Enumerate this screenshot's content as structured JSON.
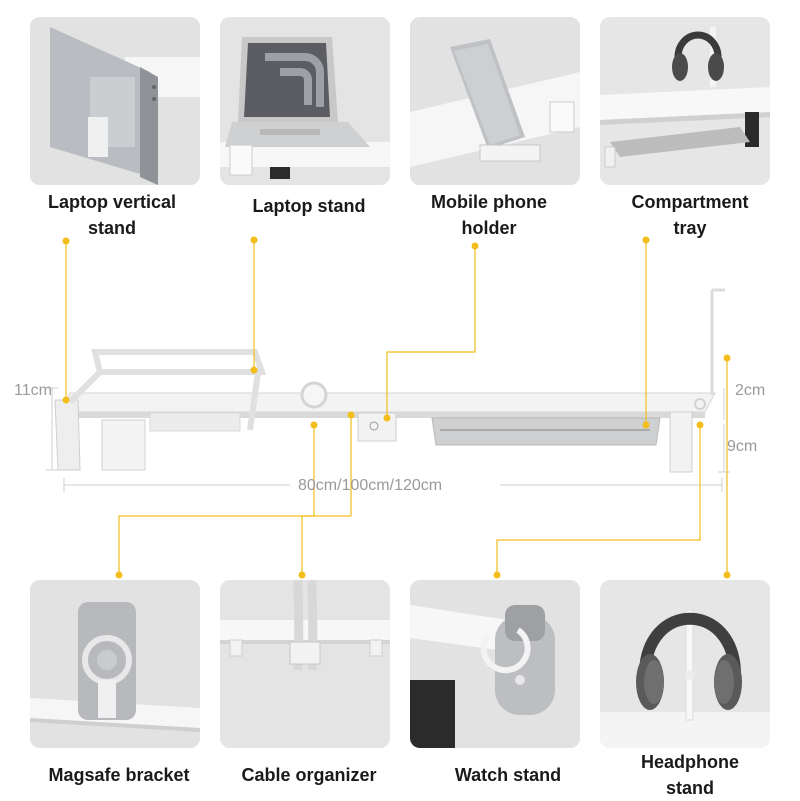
{
  "colors": {
    "accent": "#f3bd1c",
    "tile_bg": "#e4e4e4",
    "dimension_text": "#9a9a9a",
    "label_text": "#1a1a1a"
  },
  "features_top": [
    {
      "line1": "Laptop vertical",
      "line2": "stand",
      "icon": "laptop-vertical-stand-icon"
    },
    {
      "line1": "Laptop stand",
      "line2": "",
      "icon": "laptop-stand-icon"
    },
    {
      "line1": "Mobile phone",
      "line2": "holder",
      "icon": "phone-holder-icon"
    },
    {
      "line1": "Compartment",
      "line2": "tray",
      "icon": "compartment-tray-icon"
    }
  ],
  "features_bottom": [
    {
      "line1": "Magsafe bracket",
      "line2": "",
      "icon": "magsafe-icon"
    },
    {
      "line1": "Cable organizer",
      "line2": "",
      "icon": "cable-organizer-icon"
    },
    {
      "line1": "Watch stand",
      "line2": "",
      "icon": "watch-stand-icon"
    },
    {
      "line1": "Headphone",
      "line2": "stand",
      "icon": "headphone-stand-icon"
    }
  ],
  "dimensions": {
    "height_left": "11cm",
    "thickness": "2cm",
    "height_right": "9cm",
    "length": "80cm/100cm/120cm"
  }
}
